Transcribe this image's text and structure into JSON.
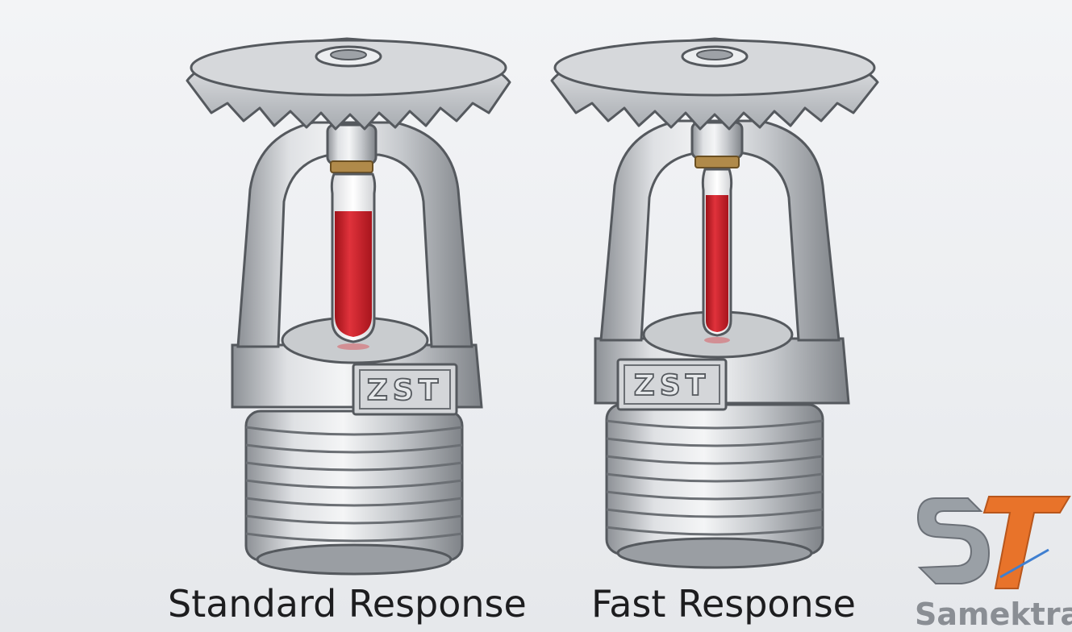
{
  "captions": {
    "standard": "Standard Response",
    "fast": "Fast Response"
  },
  "sprinklers": [
    {
      "name": "standard-response-sprinkler",
      "stamp": "ZST",
      "bulb": "thick"
    },
    {
      "name": "fast-response-sprinkler",
      "stamp": "ZST",
      "bulb": "thin"
    }
  ],
  "brand": {
    "logo_letters": "ST",
    "name": "Samektra"
  },
  "colors": {
    "background": "#eceef1",
    "metal_light": "#e4e6e9",
    "metal_mid": "#b9bdc2",
    "metal_dark": "#6c7075",
    "bulb_liquid": "#c8202a",
    "brass": "#b08a4a",
    "logo_orange": "#e8732a",
    "logo_grey": "#8a8e94"
  },
  "icons": [
    "sprinkler-head-icon",
    "glass-bulb-icon",
    "deflector-icon",
    "samektra-logo-icon"
  ]
}
